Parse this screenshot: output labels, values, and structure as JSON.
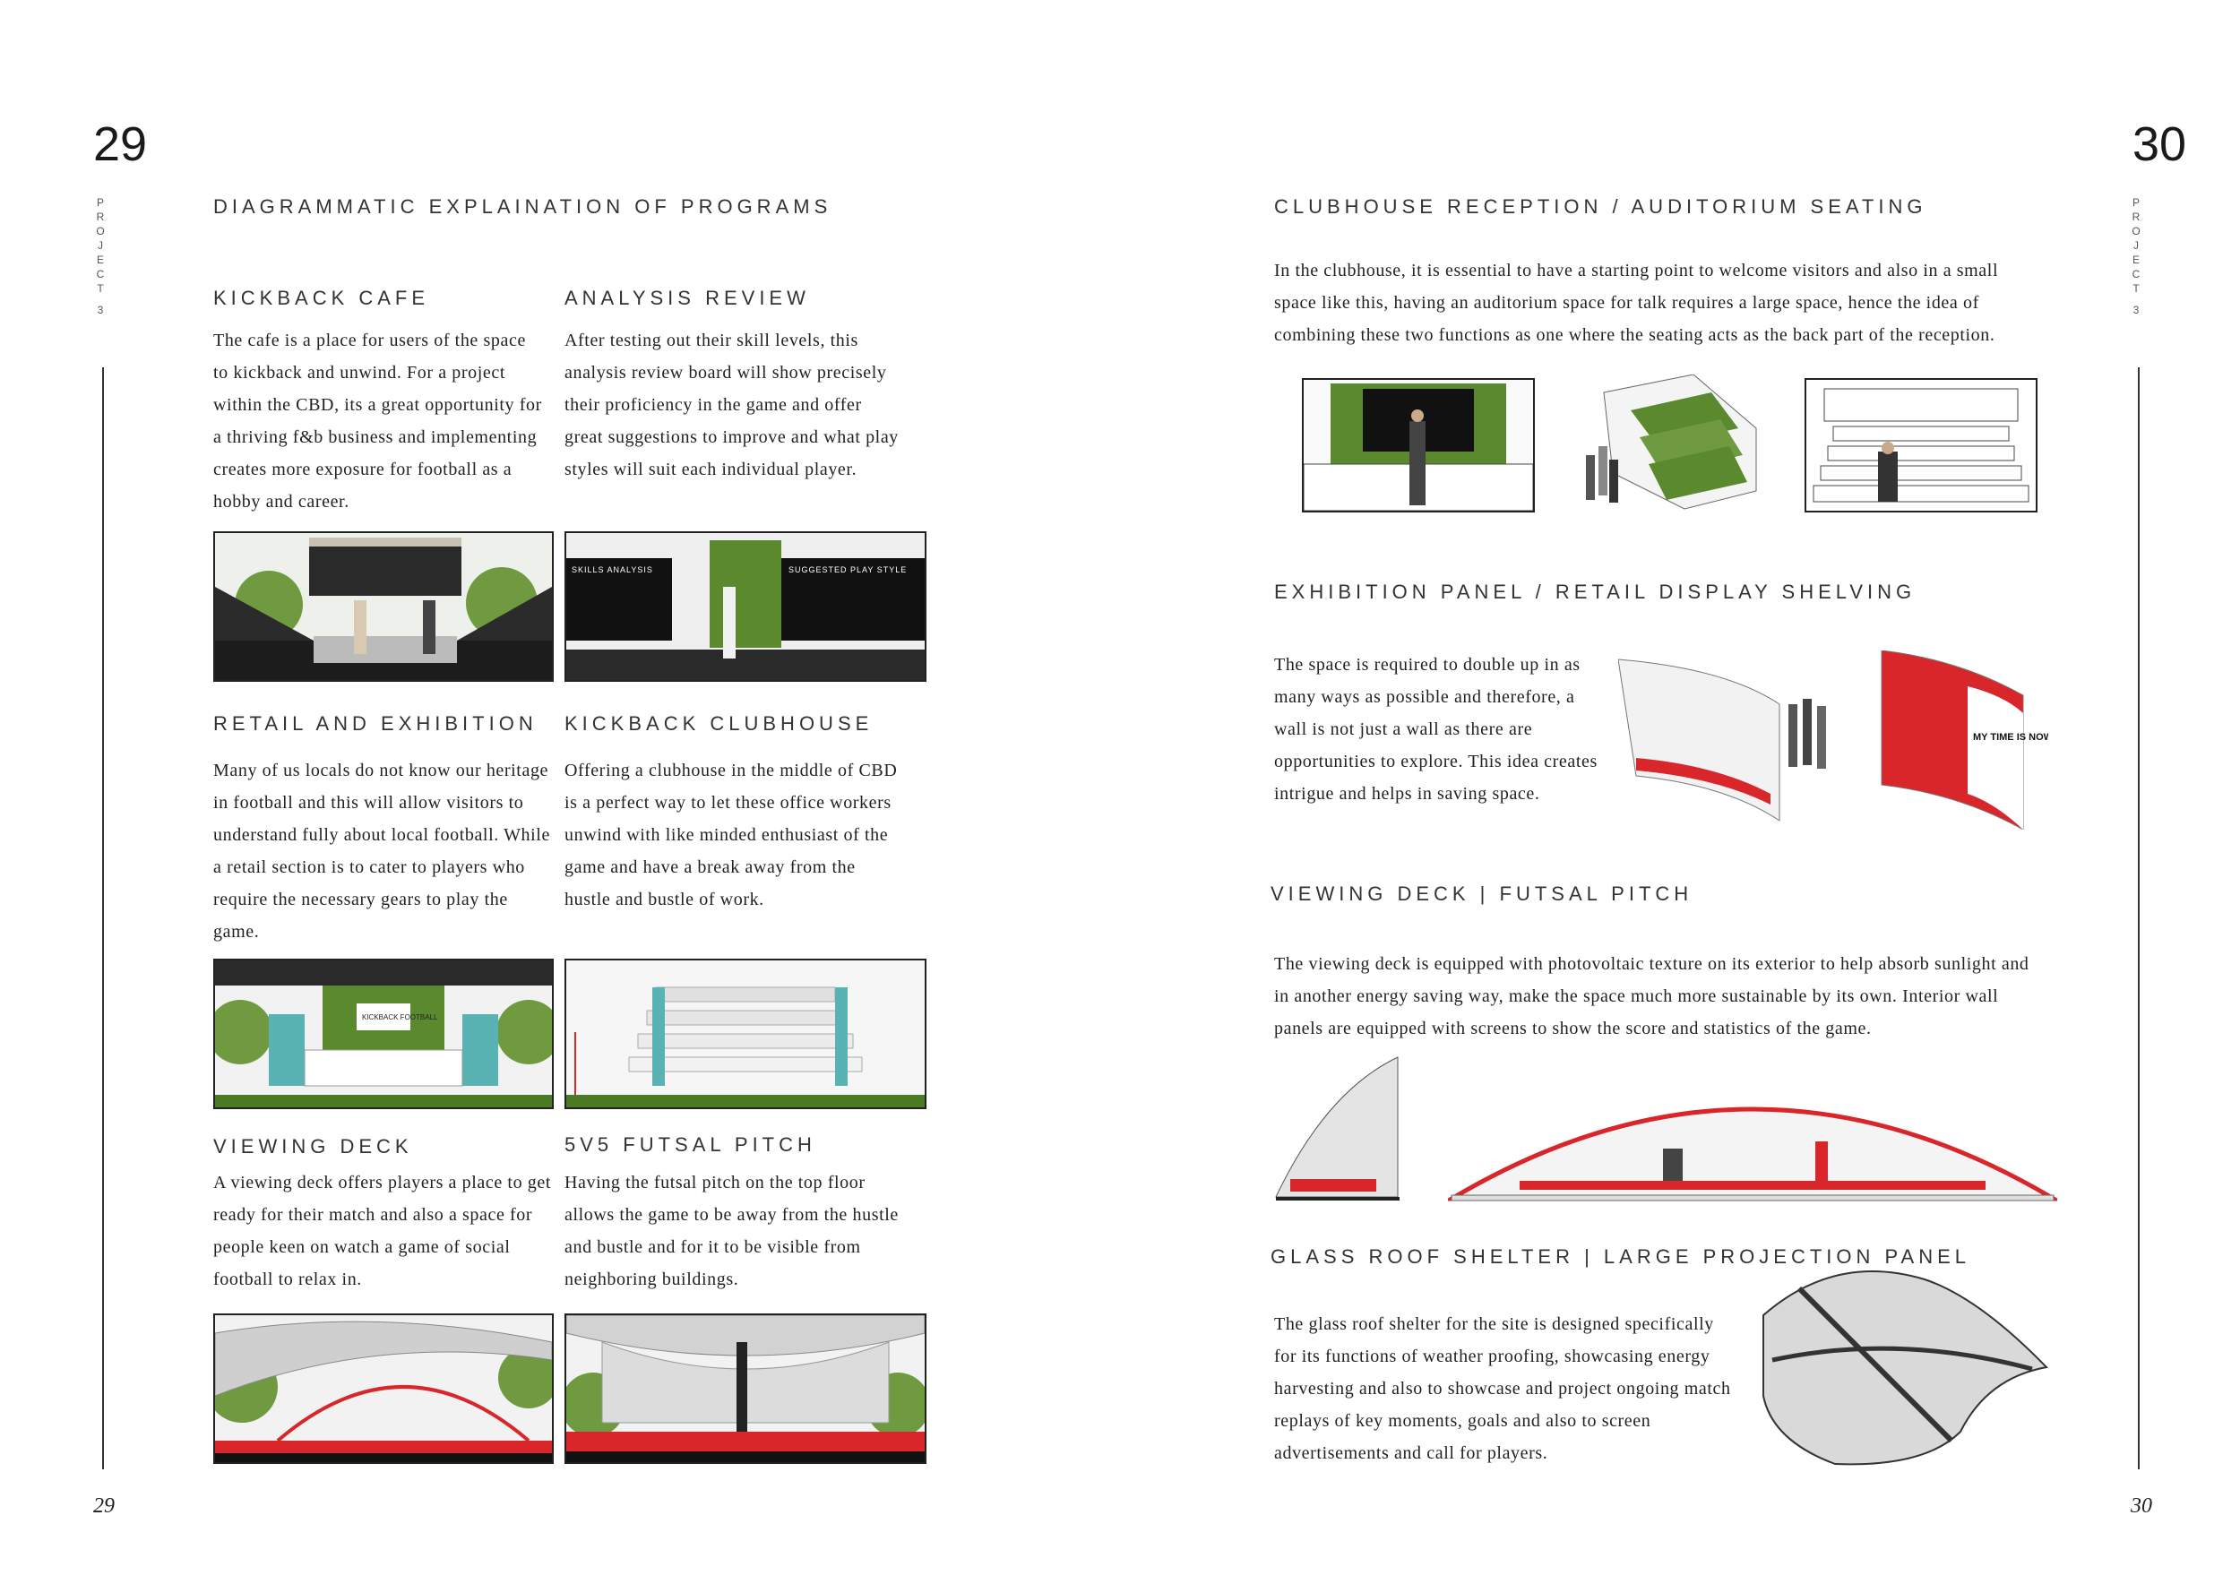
{
  "left_page": {
    "page_number": "29",
    "side_label": [
      "P",
      "R",
      "O",
      "J",
      "E",
      "C",
      "T",
      "3"
    ],
    "folio": "29",
    "section_title": "DIAGRAMMATIC EXPLAINATION OF PROGRAMS",
    "programs": [
      {
        "title": "KICKBACK CAFE",
        "text": "The cafe is a place for users of the space to kickback and unwind. For a project within the CBD, its a great opportunity for a thriving f&b business and implementing creates more exposure for football as a hobby and career."
      },
      {
        "title": "ANALYSIS REVIEW",
        "text": "After testing out their skill levels, this analysis review board will show precisely their proficiency in the game and offer great suggestions to improve and what play styles will suit each individual player."
      },
      {
        "title": "RETAIL AND EXHIBITION",
        "text": "Many of us locals do not know our heritage in football and this will allow visitors to understand fully about local football. While a retail section is to cater to players who require the necessary gears to play the game."
      },
      {
        "title": "KICKBACK CLUBHOUSE",
        "text": "Offering a clubhouse in the middle of CBD is a perfect way to let these office workers unwind with like minded enthusiast of the game and have a break away from the hustle and bustle of work."
      },
      {
        "title": "VIEWING DECK",
        "text": "A viewing deck offers players a place to get ready for their match and also a space for people keen on watch a game of social football to relax in."
      },
      {
        "title": "5V5 FUTSAL PITCH",
        "text": "Having the futsal pitch on the top floor allows the game to be away from the hustle and bustle and for it to be visible from neighboring buildings."
      }
    ],
    "image_text": {
      "skills_board": "SKILLS ANALYSIS",
      "play_style_board": "SUGGESTED PLAY STYLE",
      "retail_logo": "KICKBACK FOOTBALL"
    }
  },
  "right_page": {
    "page_number": "30",
    "side_label": [
      "P",
      "R",
      "O",
      "J",
      "E",
      "C",
      "T",
      "3"
    ],
    "folio": "30",
    "sections": [
      {
        "title": "CLUBHOUSE RECEPTION / AUDITORIUM SEATING",
        "text": "In the clubhouse, it is essential to have a starting point to welcome visitors and also in a small space like this, having an auditorium space for talk requires a large space, hence the idea of combining these two functions as one where the seating acts as the back part of the reception."
      },
      {
        "title": "EXHIBITION PANEL / RETAIL DISPLAY SHELVING",
        "text": "The space is required to double up in as many ways as possible and therefore, a wall is not just a wall as there are opportunities to explore. This idea creates intrigue and helps in saving space."
      },
      {
        "title": "VIEWING DECK | FUTSAL PITCH",
        "text": "The viewing deck is equipped with photovoltaic texture on its exterior to help absorb sunlight and in another energy saving way, make the space much more sustainable by its own. Interior wall panels are equipped with screens to show the score and statistics of the game."
      },
      {
        "title": "GLASS ROOF SHELTER | LARGE PROJECTION PANEL",
        "text": "The glass roof shelter for the site is designed specifically for its functions of weather proofing, showcasing energy harvesting and also to showcase and project ongoing match replays of key moments, goals and also to screen advertisements and call for players."
      }
    ],
    "image_text": {
      "poster": "MY TIME IS NOW"
    }
  },
  "colors": {
    "accent_red": "#d8262a",
    "grass_green": "#5b8a2e",
    "ink": "#222222"
  }
}
